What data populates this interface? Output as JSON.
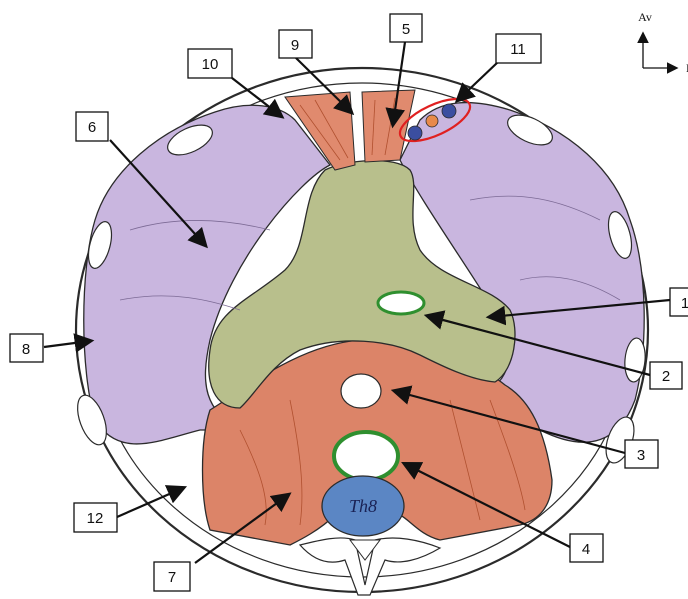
{
  "diagram": {
    "labels": [
      "1",
      "2",
      "3",
      "4",
      "5",
      "6",
      "7",
      "8",
      "9",
      "10",
      "11",
      "12"
    ],
    "vertebra_label": "Th8",
    "orientation": {
      "up_label": "Av",
      "right_label": "D"
    }
  },
  "colors": {
    "diaphragm_purple": "#c9b6df",
    "central_tendon": "#b8bf8c",
    "muscle_red": "#dc8468",
    "vertebra_blue": "#5b86c4",
    "outline": "#2b2b2b",
    "vessel_ring_red": "#e02020",
    "hiatus_green": "#2f8f2f",
    "vessel_blue": "#3b4ea0",
    "vessel_orange": "#e88a4a"
  }
}
